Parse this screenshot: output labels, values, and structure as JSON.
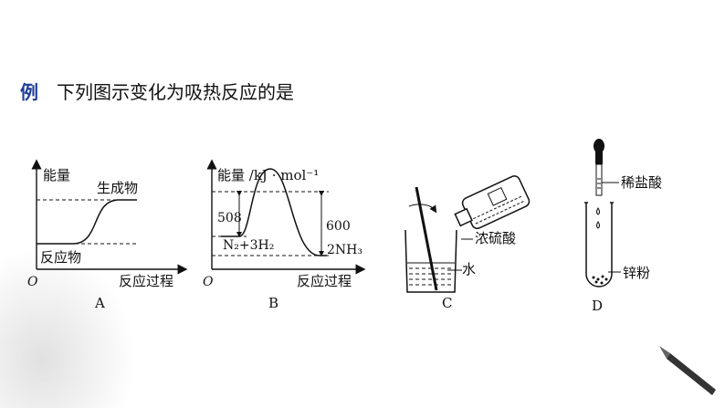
{
  "question": {
    "prefix": "例",
    "text": "下列图示变化为吸热反应的是"
  },
  "figures": {
    "A": {
      "label": "A",
      "ylabel": "能量",
      "xlabel": "反应过程",
      "origin": "O",
      "product": "生成物",
      "reactant": "反应物"
    },
    "B": {
      "label": "B",
      "ylabel": "能量 /kJ · mol⁻¹",
      "xlabel": "反应过程",
      "origin": "O",
      "ea": "508",
      "delta": "600",
      "reactants": "N₂+3H₂",
      "products": "2NH₃"
    },
    "C": {
      "label": "C",
      "acid": "浓硫酸",
      "water": "水"
    },
    "D": {
      "label": "D",
      "acid": "稀盐酸",
      "metal": "锌粉"
    }
  },
  "colors": {
    "accent": "#1f3e9a"
  }
}
